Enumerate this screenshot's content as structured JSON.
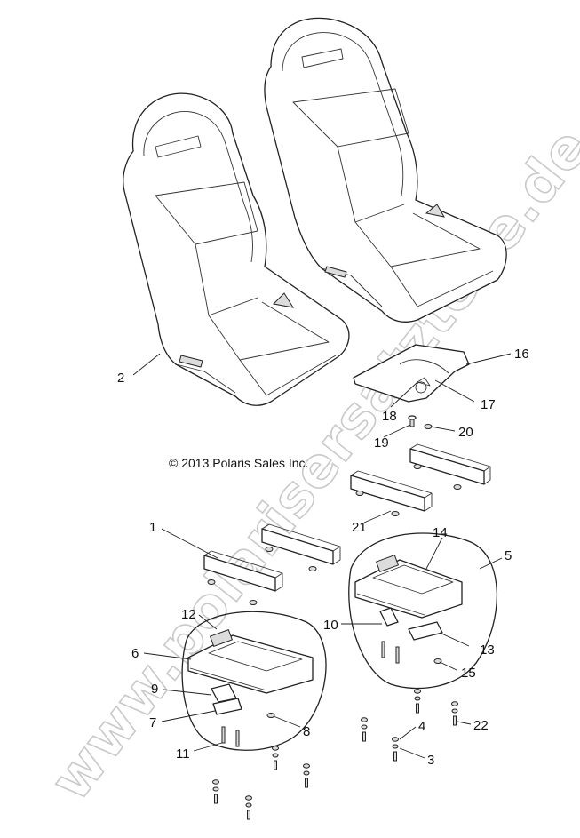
{
  "copyright": "© 2013 Polaris Sales Inc.",
  "watermark": "www.polarisersatzteile.de",
  "callouts": [
    {
      "id": "1",
      "label": "1"
    },
    {
      "id": "2",
      "label": "2"
    },
    {
      "id": "3",
      "label": "3"
    },
    {
      "id": "4",
      "label": "4"
    },
    {
      "id": "5",
      "label": "5"
    },
    {
      "id": "6",
      "label": "6"
    },
    {
      "id": "7",
      "label": "7"
    },
    {
      "id": "8",
      "label": "8"
    },
    {
      "id": "9",
      "label": "9"
    },
    {
      "id": "10",
      "label": "10"
    },
    {
      "id": "11",
      "label": "11"
    },
    {
      "id": "12",
      "label": "12"
    },
    {
      "id": "13",
      "label": "13"
    },
    {
      "id": "14",
      "label": "14"
    },
    {
      "id": "15",
      "label": "15"
    },
    {
      "id": "16",
      "label": "16"
    },
    {
      "id": "17",
      "label": "17"
    },
    {
      "id": "18",
      "label": "18"
    },
    {
      "id": "19",
      "label": "19"
    },
    {
      "id": "20",
      "label": "20"
    },
    {
      "id": "21",
      "label": "21"
    },
    {
      "id": "22",
      "label": "22"
    }
  ]
}
